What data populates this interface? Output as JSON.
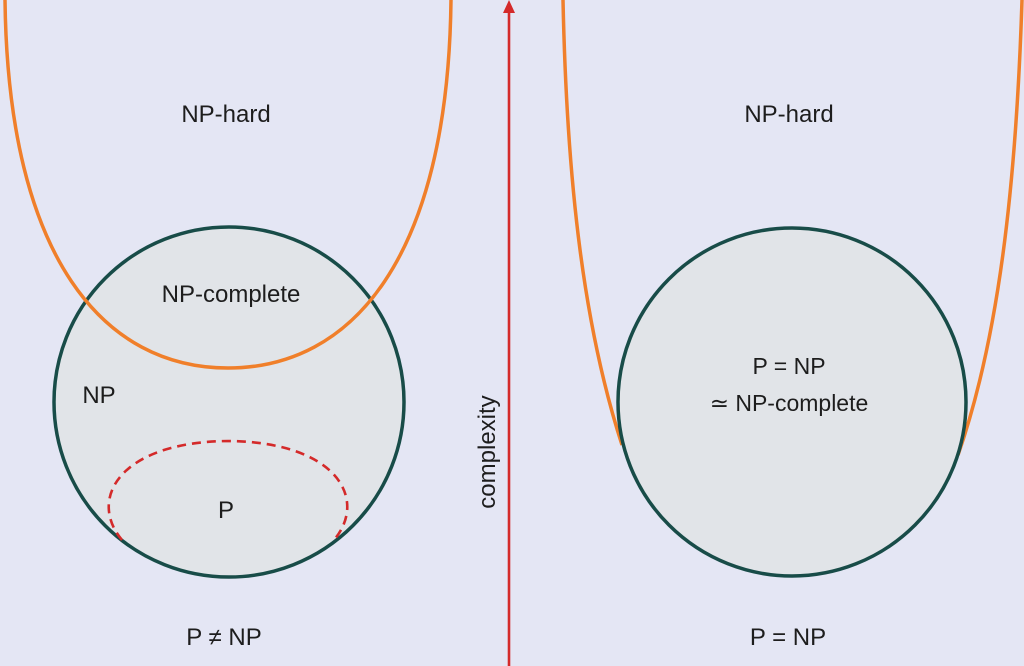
{
  "left_panel": {
    "np_hard": "NP-hard",
    "np_complete": "NP-complete",
    "np": "NP",
    "p": "P",
    "caption": "P ≠ NP"
  },
  "right_panel": {
    "np_hard": "NP-hard",
    "center_line1": "P = NP",
    "center_line2": "≃ NP-complete",
    "caption": "P = NP"
  },
  "axis": {
    "label": "complexity"
  },
  "colors": {
    "background": "#e4e6f4",
    "np_hard_curve": "#f07f2a",
    "np_circle_stroke": "#184c48",
    "np_circle_fill": "#e1e4e8",
    "p_dashed": "#d42a2a",
    "axis_arrow": "#d42a2a"
  }
}
